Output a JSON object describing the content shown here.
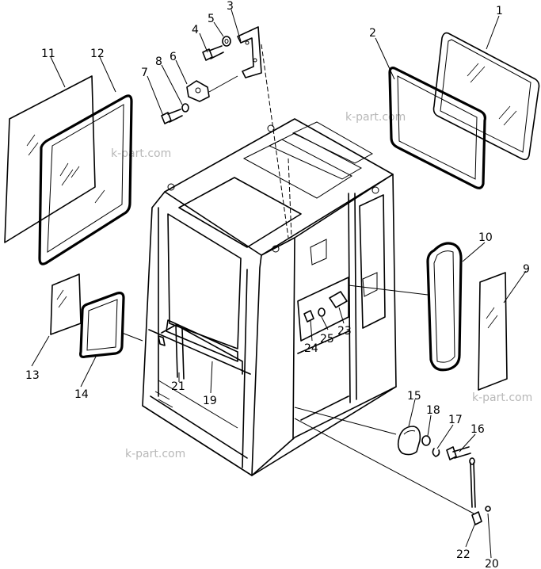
{
  "watermark": "k-part.com",
  "callouts": {
    "c1": "1",
    "c2": "2",
    "c3": "3",
    "c4": "4",
    "c5": "5",
    "c6": "6",
    "c7": "7",
    "c8": "8",
    "c9": "9",
    "c10": "10",
    "c11": "11",
    "c12": "12",
    "c13": "13",
    "c14": "14",
    "c15": "15",
    "c16": "16",
    "c17": "17",
    "c18": "18",
    "c19": "19",
    "c20": "20",
    "c21": "21",
    "c22": "22",
    "c23": "23",
    "c24": "24",
    "c25": "25"
  }
}
